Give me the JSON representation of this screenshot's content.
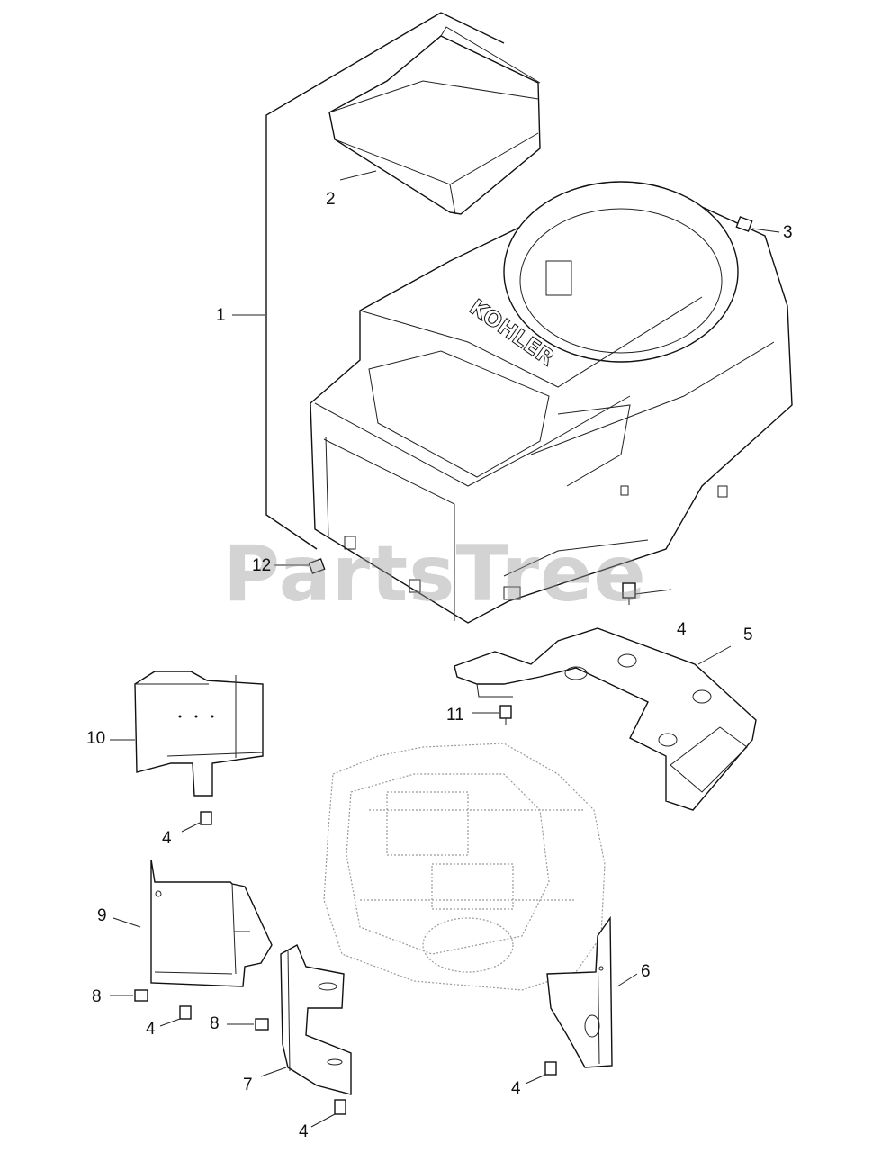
{
  "watermark": "PartsTree",
  "brand_text": "KOHLER",
  "callouts": {
    "c1": "1",
    "c2": "2",
    "c3": "3",
    "c4a": "4",
    "c5": "5",
    "c10": "10",
    "c11": "11",
    "c12": "12",
    "c4b": "4",
    "c9": "9",
    "c8a": "8",
    "c4c": "4",
    "c8b": "8",
    "c6": "6",
    "c7": "7",
    "c4d": "4",
    "c4e": "4"
  }
}
